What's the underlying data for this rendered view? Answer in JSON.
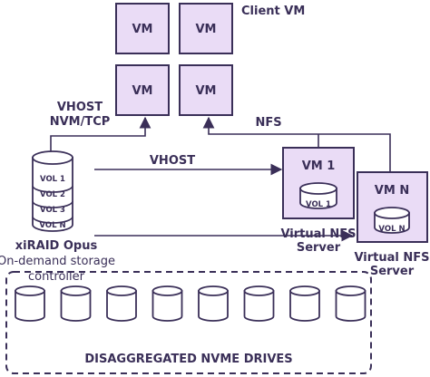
{
  "labels": {
    "client_vm": "Client VM",
    "vhost_nvmtcp_line1": "VHOST",
    "vhost_nvmtcp_line2": "NVM/TCP",
    "nfs": "NFS",
    "vhost": "VHOST",
    "xiraid_title": "xiRAID Opus",
    "xiraid_sub1": "On-demand storage",
    "xiraid_sub2": "controller",
    "drives": "DISAGGREGATED NVME DRIVES"
  },
  "client_vms": [
    "VM",
    "VM",
    "VM",
    "VM"
  ],
  "volumes": [
    "VOL 1",
    "VOL 2",
    "VOL 3",
    "VOL N"
  ],
  "nfs_servers": [
    {
      "title": "VM 1",
      "volume": "VOL 1",
      "caption_line1": "Virtual NFS",
      "caption_line2": "Server"
    },
    {
      "title": "VM N",
      "volume": "VOL N",
      "caption_line1": "Virtual NFS",
      "caption_line2": "Server"
    }
  ],
  "drive_count": 8,
  "colors": {
    "box_fill": "#eadcf6",
    "stroke": "#3a2f58",
    "text": "#3a2f58"
  }
}
